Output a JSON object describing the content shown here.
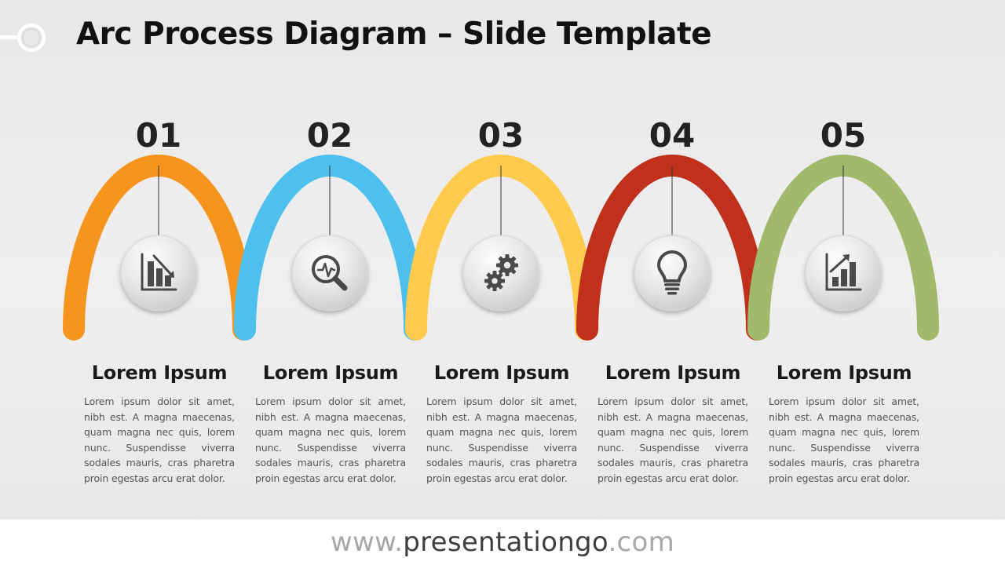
{
  "slide": {
    "title": "Arc Process Diagram – Slide Template"
  },
  "steps": [
    {
      "number": "01",
      "heading": "Lorem Ipsum",
      "body": "Lorem ipsum dolor sit amet, nibh est. A magna maecenas, quam magna nec quis, lorem nunc. Suspendisse viverra sodales mauris, cras pharetra proin egestas arcu erat dolor.",
      "color": "#F7941D",
      "icon": "bar-chart-down-icon"
    },
    {
      "number": "02",
      "heading": "Lorem Ipsum",
      "body": "Lorem ipsum dolor sit amet, nibh est. A magna maecenas, quam magna nec quis, lorem nunc. Suspendisse viverra sodales mauris, cras pharetra proin egestas arcu erat dolor.",
      "color": "#4DC0EE",
      "icon": "magnifier-pulse-icon"
    },
    {
      "number": "03",
      "heading": "Lorem Ipsum",
      "body": "Lorem ipsum dolor sit amet, nibh est. A magna maecenas, quam magna nec quis, lorem nunc. Suspendisse viverra sodales mauris, cras pharetra proin egestas arcu erat dolor.",
      "color": "#FECB4D",
      "icon": "gears-icon"
    },
    {
      "number": "04",
      "heading": "Lorem Ipsum",
      "body": "Lorem ipsum dolor sit amet, nibh est. A magna maecenas, quam magna nec quis, lorem nunc. Suspendisse viverra sodales mauris, cras pharetra proin egestas arcu erat dolor.",
      "color": "#C0301A",
      "icon": "lightbulb-icon"
    },
    {
      "number": "05",
      "heading": "Lorem Ipsum",
      "body": "Lorem ipsum dolor sit amet, nibh est. A magna maecenas, quam magna nec quis, lorem nunc. Suspendisse viverra sodales mauris, cras pharetra proin egestas arcu erat dolor.",
      "color": "#A0B96A",
      "icon": "bar-chart-up-icon"
    }
  ],
  "footer": {
    "prefix": "www.",
    "brand": "presentationgo",
    "suffix": ".com"
  }
}
